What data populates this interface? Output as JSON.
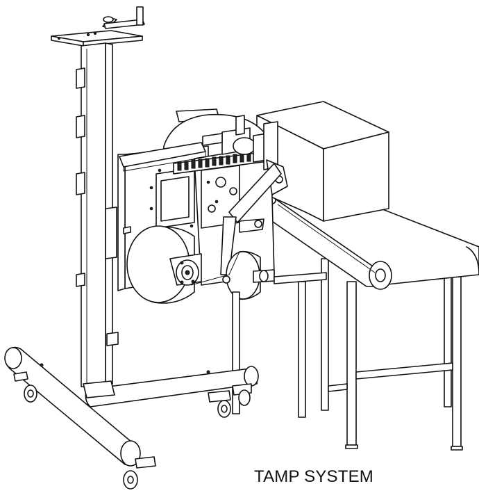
{
  "caption": "TAMP SYSTEM",
  "colors": {
    "line": "#111111",
    "background": "#ffffff"
  },
  "components": [
    "label-applicator-stand",
    "stand-caster-base",
    "label-applicator-head",
    "label-supply-roll",
    "liner-rewind-roll",
    "tamp-arm",
    "conveyor",
    "product-box"
  ]
}
